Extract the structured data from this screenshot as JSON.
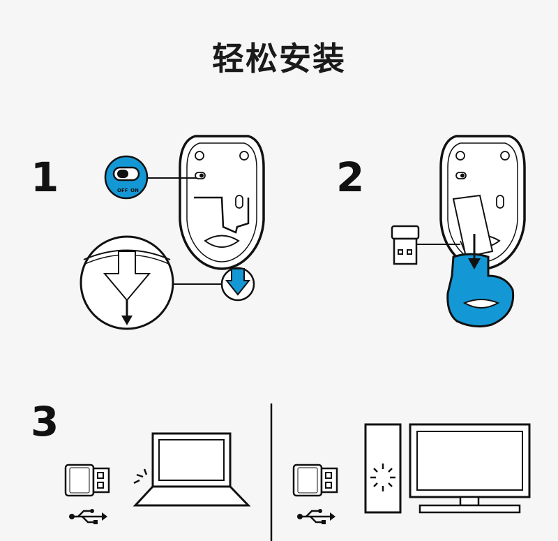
{
  "title": "轻松安装",
  "steps": [
    {
      "number": "1"
    },
    {
      "number": "2"
    },
    {
      "number": "3"
    }
  ],
  "power_switch": {
    "off_label": "OFF",
    "on_label": "ON"
  },
  "colors": {
    "accent": "#1498d5",
    "line": "#111111",
    "background": "#f6f6f6"
  },
  "icons": [
    "mouse-bottom-icon",
    "power-switch-icon",
    "battery-cover-arrow-icon",
    "usb-receiver-icon",
    "usb-symbol-icon",
    "laptop-icon",
    "desktop-tower-icon",
    "monitor-icon"
  ]
}
